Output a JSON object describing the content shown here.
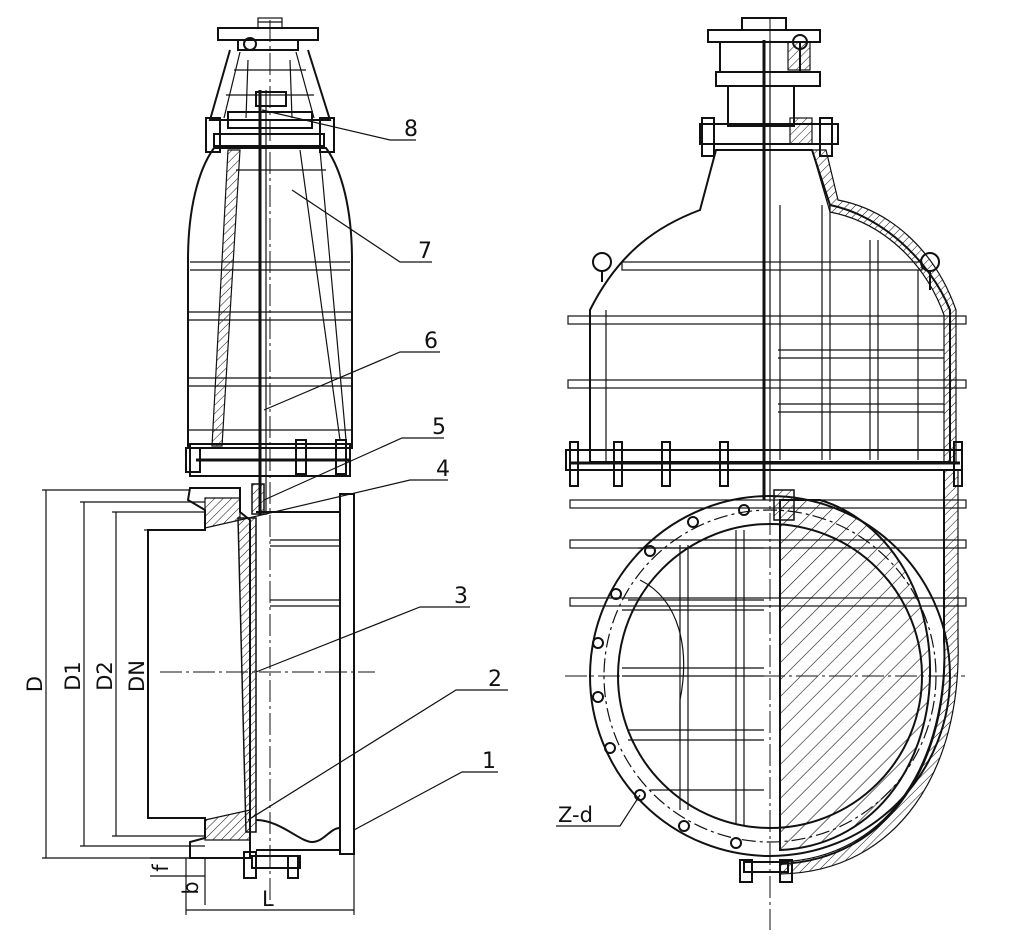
{
  "part_callouts": [
    "1",
    "2",
    "3",
    "4",
    "5",
    "6",
    "7",
    "8"
  ],
  "dimension_labels": {
    "D": "D",
    "D1": "D1",
    "D2": "D2",
    "DN": "DN",
    "L": "L",
    "b": "b",
    "f": "f",
    "Zd": "Z-d"
  }
}
